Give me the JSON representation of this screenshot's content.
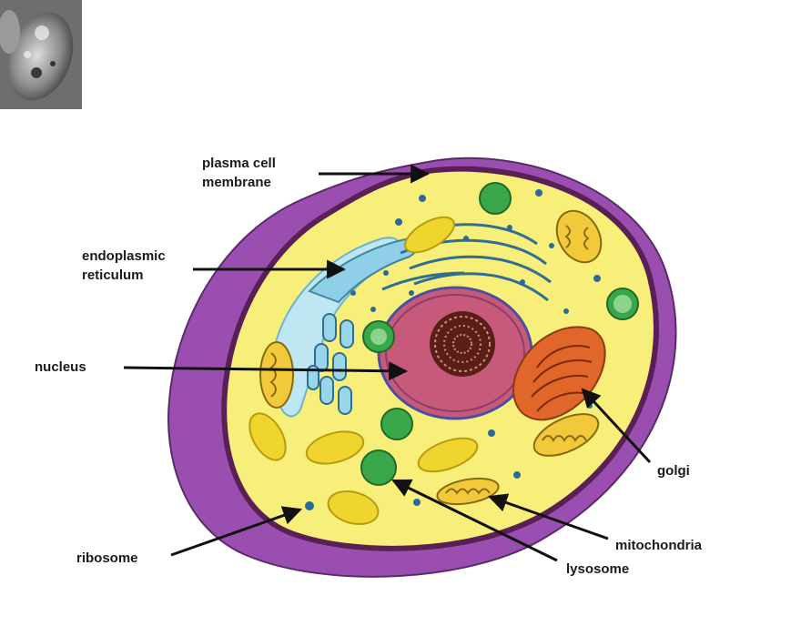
{
  "figure": {
    "labels": {
      "plasma_membrane_line1": "plasma cell",
      "plasma_membrane_line2": "membrane",
      "er_line1": "endoplasmic",
      "er_line2": "reticulum",
      "nucleus": "nucleus",
      "ribosome": "ribosome",
      "golgi": "golgi",
      "mitochondria": "mitochondria",
      "lysosome": "lysosome"
    },
    "thumbnail": {
      "description_icon": "microscope-photo-thumbnail"
    },
    "colors": {
      "outer_membrane": "#9a4fb0",
      "inner_membrane": "#5a1f55",
      "cytoplasm": "#f7ef7a",
      "nucleus": "#c75a7a",
      "nucleolus": "#3a1410",
      "golgi": "#e0662a",
      "er": "#8fd0e8",
      "lysosome": "#3aa84a",
      "mito_fill": "#f2c93a",
      "ribosome": "#2a6a9a"
    }
  }
}
